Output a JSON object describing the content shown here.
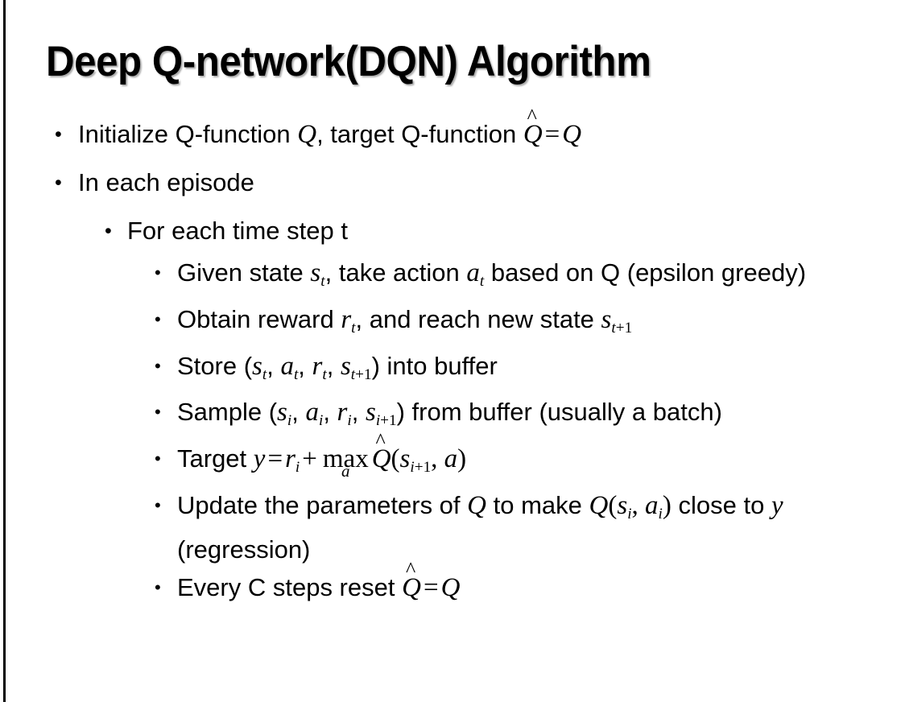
{
  "slide": {
    "title": "Deep Q-network(DQN) Algorithm",
    "background_color": "#ffffff",
    "text_color": "#000000",
    "accent_rule_color": "#000000"
  },
  "bullets": {
    "b1": {
      "level": 1,
      "marker": "•",
      "parts": {
        "t1": "Initialize Q-function ",
        "m1": "Q",
        "t2": ", target Q-function ",
        "m2": "Q",
        "hat2": "^",
        "eq": "=",
        "m3": "Q"
      },
      "plain": "Initialize Q-function Q, target Q-function Q̂ = Q"
    },
    "b2": {
      "level": 1,
      "marker": "•",
      "plain": "In each episode"
    },
    "b3": {
      "level": 2,
      "marker": "•",
      "plain": "For each time step t"
    },
    "b4": {
      "level": 3,
      "marker": "•",
      "parts": {
        "t1": "Given state ",
        "s": "s",
        "s_sub": "t",
        "t2": ", take action ",
        "a": "a",
        "a_sub": "t",
        "t3": " based on Q (epsilon greedy)"
      },
      "plain": "Given state s_t, take action a_t based on Q (epsilon greedy)"
    },
    "b5": {
      "level": 3,
      "marker": "•",
      "parts": {
        "t1": "Obtain reward ",
        "r": "r",
        "r_sub": "t",
        "t2": ", and reach new state ",
        "s": "s",
        "s_sub_i": "t",
        "s_sub_op": "+1"
      },
      "plain": "Obtain reward r_t, and reach new state s_{t+1}"
    },
    "b6": {
      "level": 3,
      "marker": "•",
      "parts": {
        "t1": "Store (",
        "s": "s",
        "s_sub": "t",
        "c1": ", ",
        "a": "a",
        "a_sub": "t",
        "c2": ", ",
        "r": "r",
        "r_sub": "t",
        "c3": ", ",
        "s2": "s",
        "s2_sub_i": "t",
        "s2_sub_op": "+1",
        "t2": ") into buffer"
      },
      "plain": "Store (s_t, a_t, r_t, s_{t+1}) into buffer"
    },
    "b7": {
      "level": 3,
      "marker": "•",
      "parts": {
        "t1": "Sample (",
        "s": "s",
        "s_sub": "i",
        "c1": ", ",
        "a": "a",
        "a_sub": "i",
        "c2": ", ",
        "r": "r",
        "r_sub": "i",
        "c3": ", ",
        "s2": "s",
        "s2_sub_i": "i",
        "s2_sub_op": "+1",
        "t2": ") from buffer (usually a batch)"
      },
      "plain": "Sample (s_i, a_i, r_i, s_{i+1}) from buffer (usually a batch)"
    },
    "b8": {
      "level": 3,
      "marker": "•",
      "parts": {
        "t1": "Target ",
        "y": "y",
        "eq": "=",
        "r": "r",
        "r_sub": "i",
        "plus": "+",
        "max_op": "max",
        "max_sub": "a",
        "qhat": "Q",
        "hat": "^",
        "paren_l": "(",
        "s": "s",
        "s_sub_i": "i",
        "s_sub_op": "+1",
        "comma": ", ",
        "a": "a",
        "paren_r": ")"
      },
      "plain": "Target y = r_i + max_a Q̂(s_{i+1}, a)"
    },
    "b9": {
      "level": 3,
      "marker": "•",
      "parts": {
        "t1": "Update the parameters of ",
        "q1": "Q",
        "t2": " to make ",
        "q2": "Q",
        "paren_l": "(",
        "s": "s",
        "s_sub": "i",
        "comma": ", ",
        "a": "a",
        "a_sub": "i",
        "paren_r": ")",
        "t3": " close to ",
        "y": "y",
        "t4": " (regression)"
      },
      "plain": "Update the parameters of Q to make Q(s_i, a_i) close to y (regression)"
    },
    "b10": {
      "level": 3,
      "marker": "•",
      "parts": {
        "t1": "Every C steps reset ",
        "qhat": "Q",
        "hat": "^",
        "eq": "=",
        "q": "Q"
      },
      "plain": "Every C steps reset Q̂ = Q"
    }
  }
}
